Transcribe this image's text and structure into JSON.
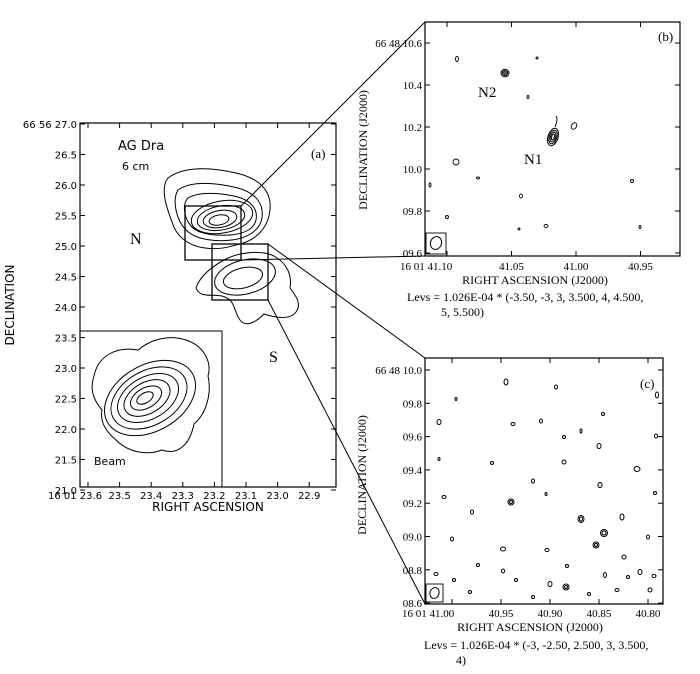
{
  "panel_a": {
    "title_source": "AG Dra",
    "title_band": "6 cm",
    "label": "(a)",
    "label_n": "N",
    "label_s": "S",
    "beam_label": "Beam",
    "y_axis_label": "DECLINATION",
    "x_axis_label": "RIGHT ASCENSION",
    "y_ticks": [
      "66 56 27.0",
      "26.5",
      "26.0",
      "25.5",
      "25.0",
      "24.5",
      "24.0",
      "23.5",
      "23.0",
      "22.5",
      "22.0",
      "21.5",
      "21.0"
    ],
    "x_ticks": [
      "16 01 23.6",
      "23.5",
      "23.4",
      "23.3",
      "23.2",
      "23.1",
      "23.0",
      "22.9"
    ]
  },
  "panel_b": {
    "label": "(b)",
    "label_n1": "N1",
    "label_n2": "N2",
    "y_axis_label": "DECLINATION (J2000)",
    "x_axis_label": "RIGHT ASCENSION (J2000)",
    "y_ticks": [
      "66 48 10.6",
      "10.4",
      "10.2",
      "10.0",
      "09.8",
      "09.6"
    ],
    "x_ticks": [
      "16 01 41.10",
      "41.05",
      "41.00",
      "40.95"
    ],
    "levels_line1": "Levs = 1.026E-04 * (-3.50, -3, 3, 3.500, 4, 4.500,",
    "levels_line2": "5, 5.500)"
  },
  "panel_c": {
    "label": "(c)",
    "y_axis_label": "DECLINATION (J2000)",
    "x_axis_label": "RIGHT ASCENSION (J2000)",
    "y_ticks": [
      "66 48 10.0",
      "09.8",
      "09.6",
      "09.4",
      "09.2",
      "09.0",
      "08.8",
      "08.6"
    ],
    "x_ticks": [
      "16 01 41.00",
      "40.95",
      "40.90",
      "40.85",
      "40.80"
    ],
    "levels_line1": "Levs = 1.026E-04 * (-3, -2.50, 2.500, 3, 3.500,",
    "levels_line2": "4)"
  },
  "colors": {
    "ink": "#000000",
    "background": "#ffffff"
  }
}
